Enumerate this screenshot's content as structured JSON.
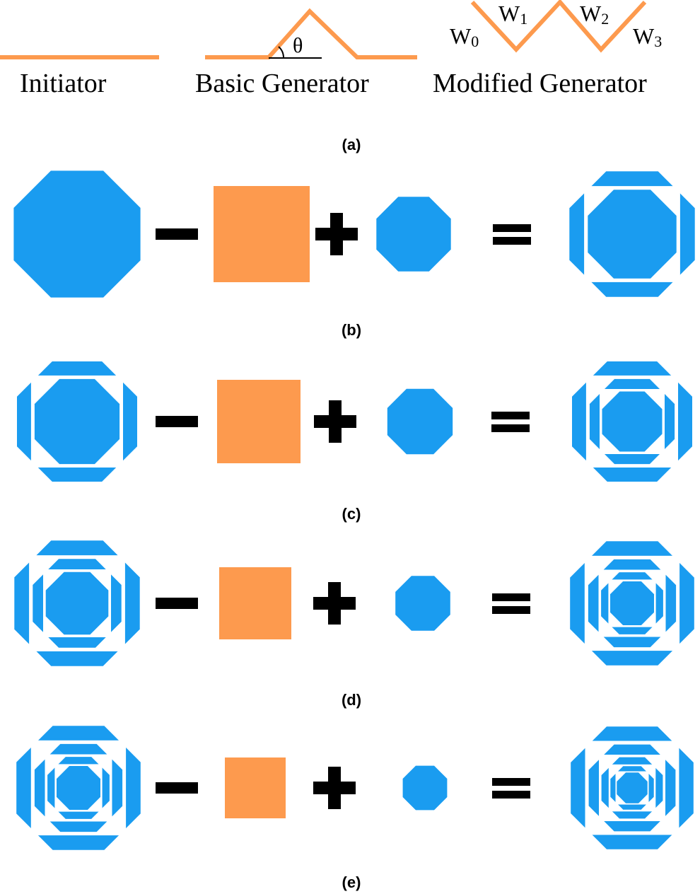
{
  "colors": {
    "blue": "#1a9cf0",
    "orange": "#fd9a4e",
    "operator": "#000000",
    "background": "#ffffff"
  },
  "panel_a": {
    "initiator_label": "Initiator",
    "basic_generator_label": "Basic Generator",
    "modified_generator_label": "Modified Generator",
    "angle_symbol": "θ",
    "segment_labels": [
      {
        "letter": "W",
        "sub": "0"
      },
      {
        "letter": "W",
        "sub": "1"
      },
      {
        "letter": "W",
        "sub": "2"
      },
      {
        "letter": "W",
        "sub": "3"
      }
    ],
    "caption": "(a)"
  },
  "rows": [
    {
      "caption": "(b)",
      "input_iteration": 0,
      "output_iteration": 1,
      "operators": [
        "minus",
        "plus",
        "equals"
      ]
    },
    {
      "caption": "(c)",
      "input_iteration": 1,
      "output_iteration": 2,
      "operators": [
        "minus",
        "plus",
        "equals"
      ]
    },
    {
      "caption": "(d)",
      "input_iteration": 2,
      "output_iteration": 3,
      "operators": [
        "minus",
        "plus",
        "equals"
      ]
    },
    {
      "caption": "(e)",
      "input_iteration": 3,
      "output_iteration": 4,
      "operators": [
        "minus",
        "plus",
        "equals"
      ]
    }
  ]
}
